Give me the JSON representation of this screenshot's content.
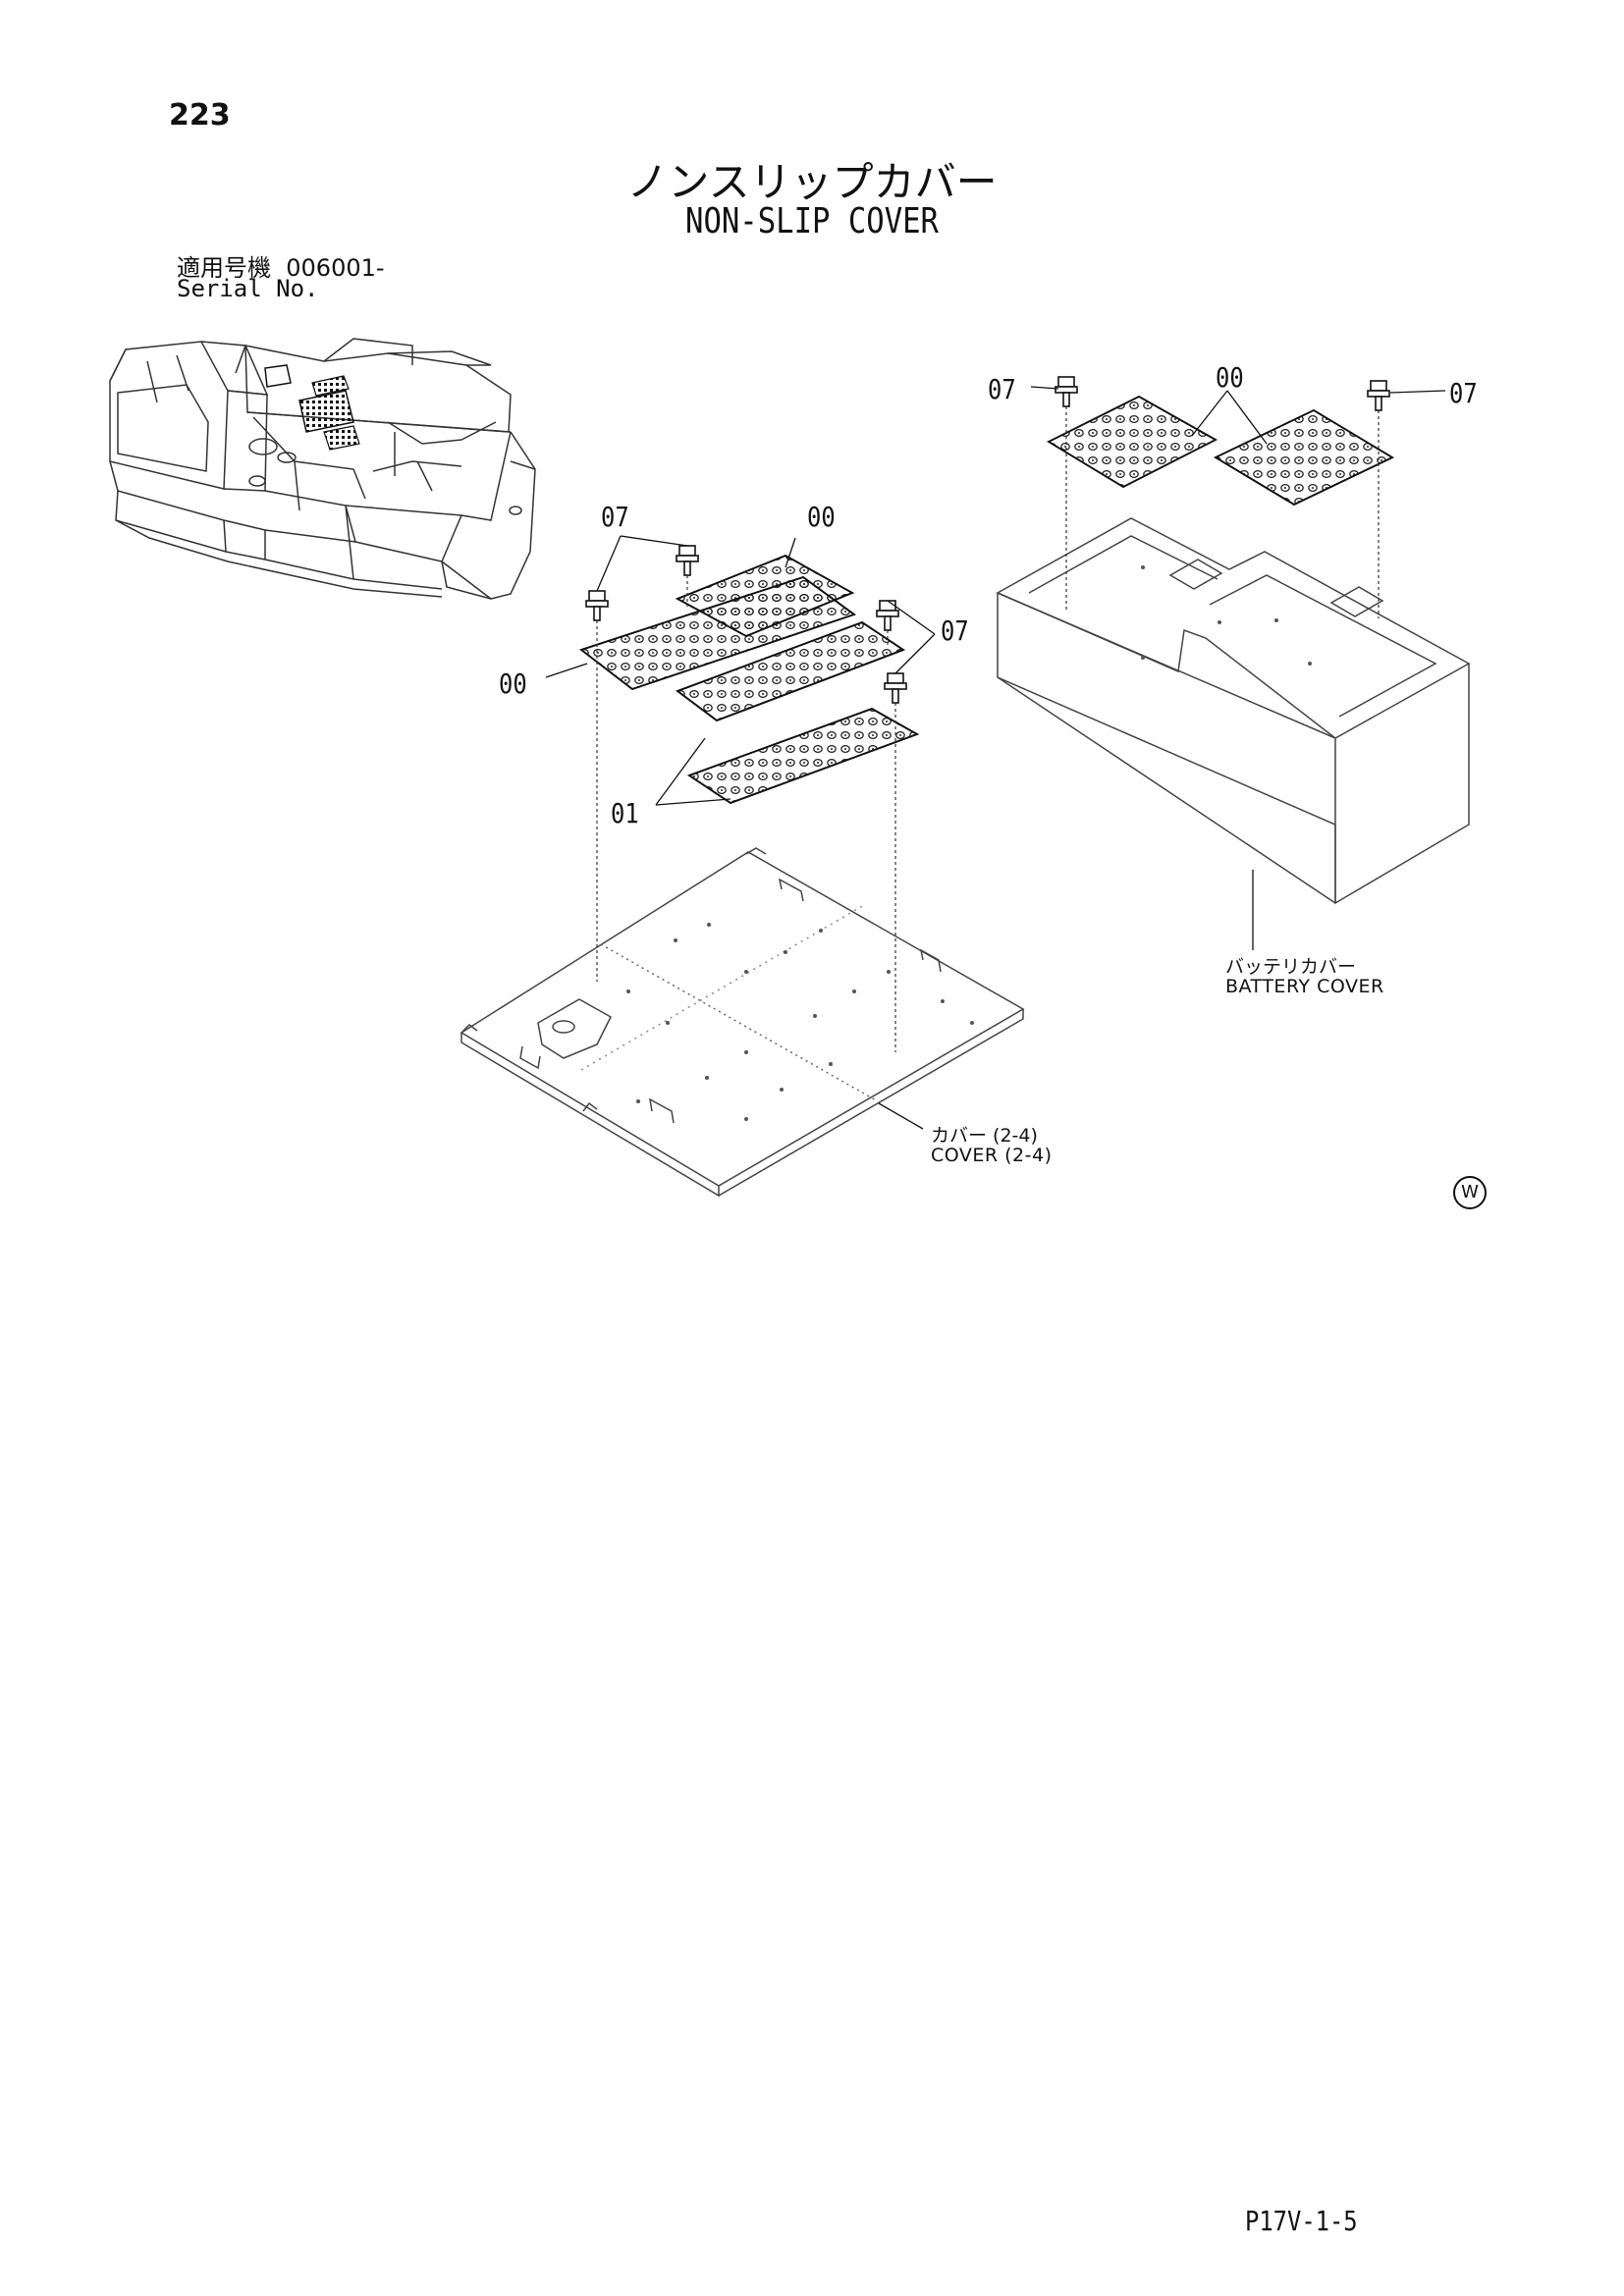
{
  "page_number": "223",
  "title_jp": "ノンスリップカバー",
  "title_en": "NON-SLIP COVER",
  "serial": {
    "label_jp": "適用号機",
    "value": "006001-",
    "label_en": "Serial No."
  },
  "callouts": {
    "c07_left": "07",
    "c00_top": "00",
    "c00_left": "00",
    "c07_mid": "07",
    "c01": "01",
    "c07_battery_left": "07",
    "c00_battery": "00",
    "c07_battery_right": "07"
  },
  "notes": {
    "battery_cover_jp": "バッテリカバー",
    "battery_cover_en": "BATTERY COVER",
    "cover_jp": "カバー (2-4)",
    "cover_en": "COVER (2-4)"
  },
  "corner_mark": "W",
  "doc_code": "P17V-1-5"
}
